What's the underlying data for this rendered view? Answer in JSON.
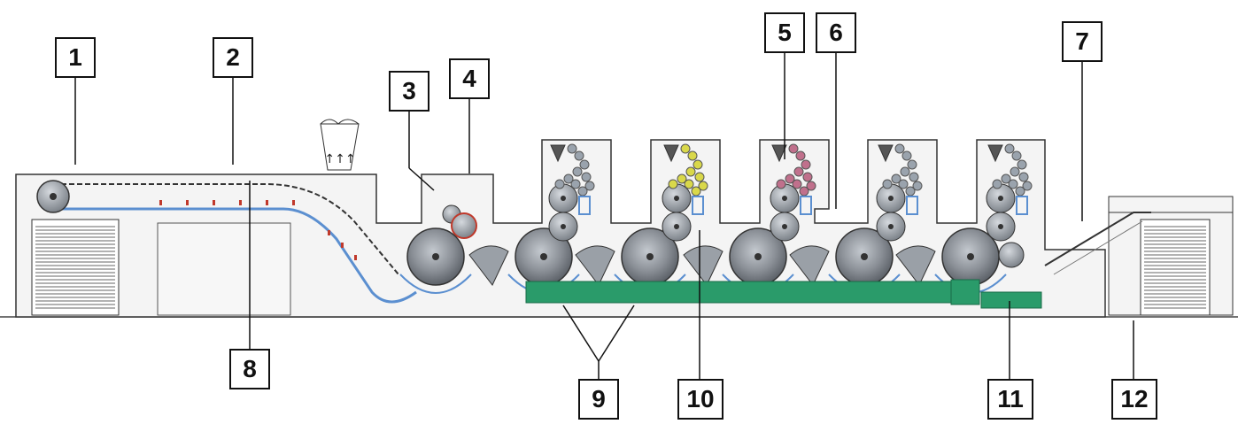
{
  "callouts": [
    {
      "id": "1",
      "label": "1"
    },
    {
      "id": "2",
      "label": "2"
    },
    {
      "id": "3",
      "label": "3"
    },
    {
      "id": "4",
      "label": "4"
    },
    {
      "id": "5",
      "label": "5"
    },
    {
      "id": "6",
      "label": "6"
    },
    {
      "id": "7",
      "label": "7"
    },
    {
      "id": "8",
      "label": "8"
    },
    {
      "id": "9",
      "label": "9"
    },
    {
      "id": "10",
      "label": "10"
    },
    {
      "id": "11",
      "label": "11"
    },
    {
      "id": "12",
      "label": "12"
    }
  ],
  "colors": {
    "line": "#333333",
    "frame": "#f4f4f4",
    "cylinder": "#8a8f96",
    "cylinder_dark": "#5c6168",
    "ink_grey": "#9aa3ad",
    "ink_yellow": "#d9d84a",
    "ink_magenta": "#c0708c",
    "drive_shaft": "#2a9b6a",
    "blue_accent": "#5b8fd0",
    "red_accent": "#c0392b"
  },
  "icons": [
    "arrow-up-icon"
  ]
}
